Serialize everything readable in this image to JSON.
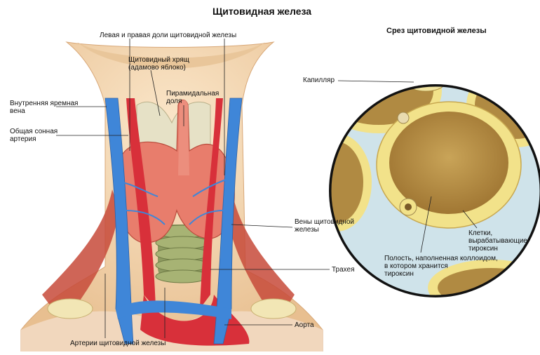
{
  "title": "Щитовидная железа",
  "section_title": "Срез щитовидной железы",
  "labels": {
    "lobes": "Левая и правая доли щитовидной железы",
    "cartilage_1": "Щитовидный хрящ",
    "cartilage_2": "(адамово яблоко)",
    "pyramidal_1": "Пирамидальная",
    "pyramidal_2": "доля",
    "jugular_1": "Внутренняя яремная",
    "jugular_2": "вена",
    "carotid_1": "Общая сонная",
    "carotid_2": "артерия",
    "veins_1": "Вены щитовидной",
    "veins_2": "железы",
    "trachea": "Трахея",
    "aorta": "Аорта",
    "arteries": "Артерии щитовидной железы",
    "capillary": "Капилляр",
    "cells_1": "Клетки,",
    "cells_2": "вырабатывающие",
    "cells_3": "тироксин",
    "cavity_1": "Полость, наполненная коллоидом,",
    "cavity_2": "в котором хранится",
    "cavity_3": "тироксин"
  },
  "colors": {
    "skin": "#f6dcb6",
    "muscle": "#c74a3a",
    "thyroid": "#e87d6c",
    "vein": "#3f86d8",
    "artery": "#d8303a",
    "trachea": "#8d9a60",
    "colloid": "#c49a4e",
    "follicle_cells": "#f2e28a",
    "circle_bg": "#cfe3ea"
  }
}
